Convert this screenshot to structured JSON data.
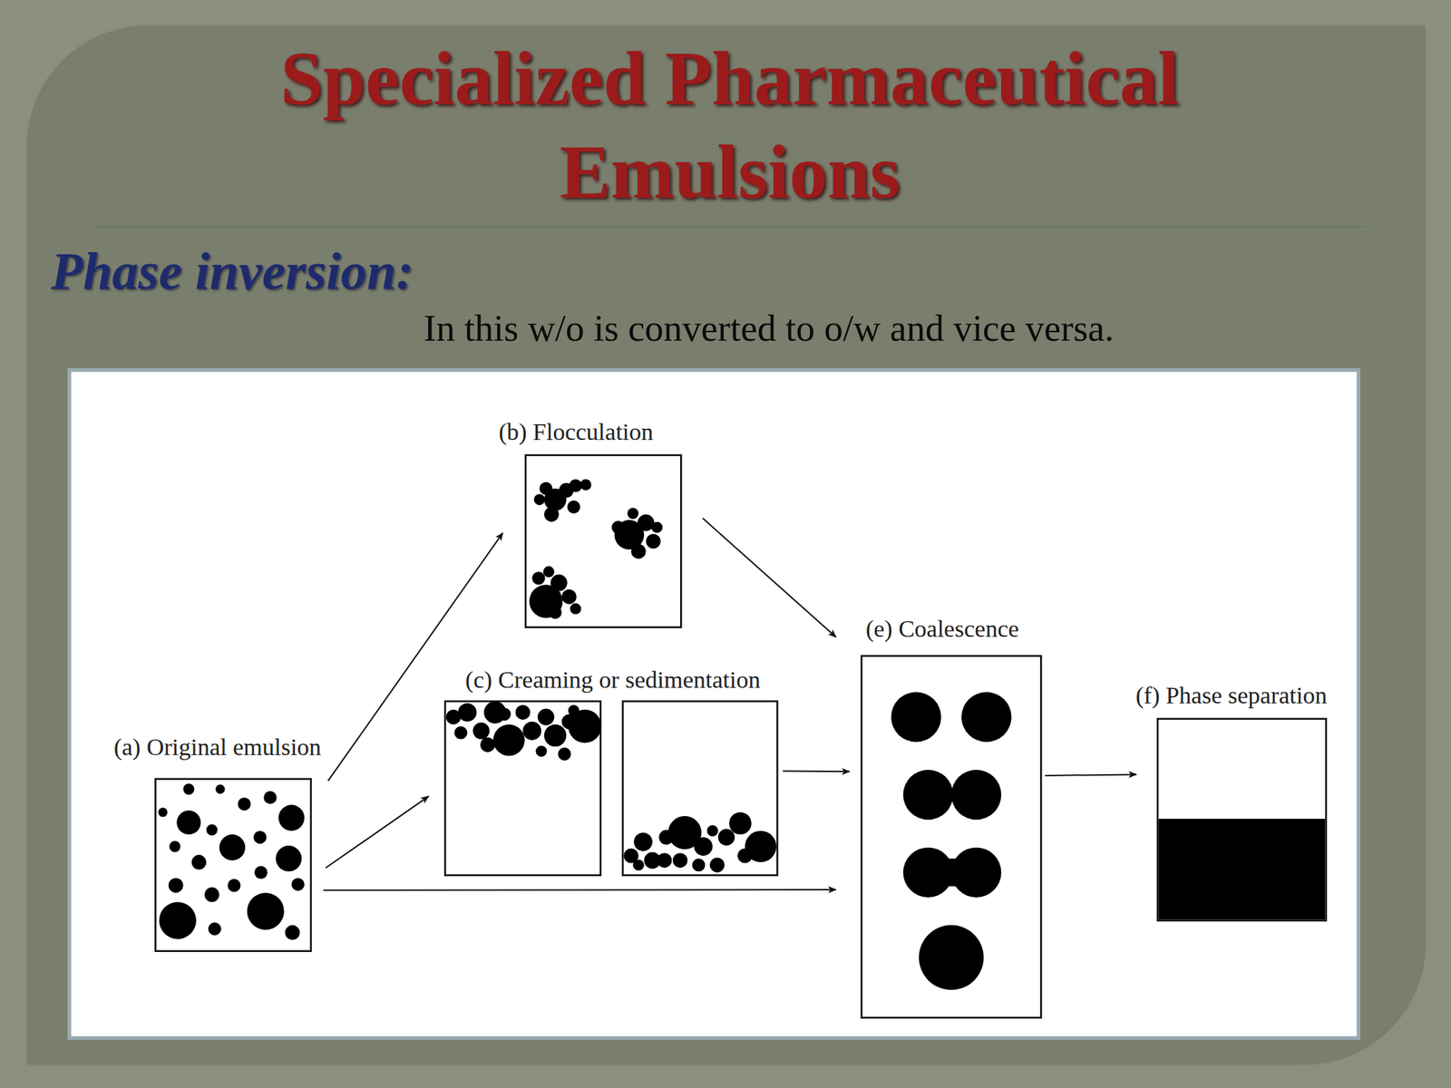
{
  "diagram": {
    "title": "Specialized Pharmaceutical Emulsions",
    "nodes": [
      {
        "text": [
          "(a) Original emulsion"
        ]
      },
      {
        "text": [
          "(b) Flocculation"
        ]
      },
      {
        "text": [
          "(c) Creaming or sedimentation"
        ]
      },
      {
        "text": [
          "(e) Coalescence"
        ]
      },
      {
        "text": [
          "(f) Phase separation"
        ]
      }
    ],
    "edges": [
      {
        "from": 0,
        "to": 1,
        "arrow": "to"
      },
      {
        "from": 0,
        "to": 2,
        "arrow": "to"
      },
      {
        "from": 0,
        "to": 3,
        "arrow": "to"
      },
      {
        "from": 1,
        "to": 3,
        "arrow": "to"
      },
      {
        "from": 2,
        "to": 3,
        "arrow": "to"
      },
      {
        "from": 3,
        "to": 4,
        "arrow": "to"
      }
    ],
    "labels": [
      "Phase inversion:",
      "In this w/o is converted to o/w and vice versa."
    ]
  }
}
